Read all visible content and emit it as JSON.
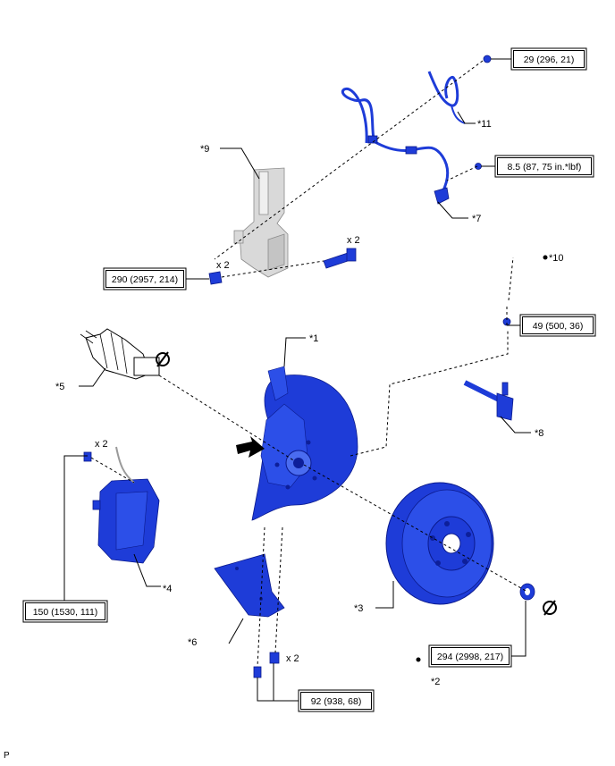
{
  "part_labels": {
    "p1": "*1",
    "p2": "*2",
    "p3": "*3",
    "p4": "*4",
    "p5": "*5",
    "p6": "*6",
    "p7": "*7",
    "p8": "*8",
    "p9": "*9",
    "p10": "*10",
    "p11": "*11"
  },
  "torque_specs": {
    "t29": "29 (296, 21)",
    "t8_5": "8.5 (87, 75 in.*lbf)",
    "t290": "290 (2957, 214)",
    "t49": "49 (500, 36)",
    "t150": "150 (1530, 111)",
    "t294": "294 (2998, 217)",
    "t92": "92 (938, 68)"
  },
  "quantities": {
    "q_bolts_upper": "x 2",
    "q_nuts_upper": "x 2",
    "q_caliper_bolts": "x 2",
    "q_lower_bolts": "x 2"
  },
  "corner_mark": "P",
  "colors": {
    "part_blue": "#1e3cd8",
    "part_outline": "#0b1a8c",
    "strut_grey": "#d9d9d9"
  }
}
